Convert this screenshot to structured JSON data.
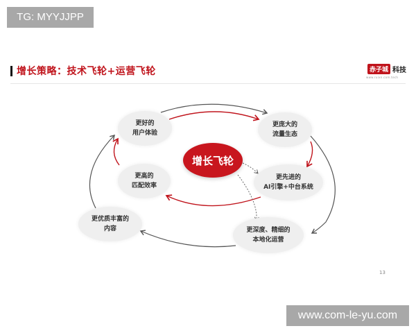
{
  "watermarks": {
    "top": "TG: MYYJJPP",
    "bottom": "www.com-le-yu.com"
  },
  "slide": {
    "title": "增长策略：技术飞轮+运营飞轮",
    "logo": {
      "badge": "赤子城",
      "text": "科技",
      "url": "www.ruixn.com.tech"
    },
    "page_number": "13"
  },
  "diagram": {
    "center": "增长飞轮",
    "nodes": [
      {
        "line1": "更好的",
        "line2": "用户体验"
      },
      {
        "line1": "更庞大的",
        "line2": "流量生态"
      },
      {
        "line1": "更先进的",
        "line2": "AI引擎+中台系统"
      },
      {
        "line1": "更深度、精细的",
        "line2": "本地化运营"
      },
      {
        "line1": "更优质丰富的",
        "line2": "内容"
      },
      {
        "line1": "更高的",
        "line2": "匹配效率"
      }
    ],
    "colors": {
      "tech_loop": "#c0141c",
      "ops_loop": "#555555",
      "center": "#c8161e",
      "node_bg": "#efefef"
    }
  }
}
